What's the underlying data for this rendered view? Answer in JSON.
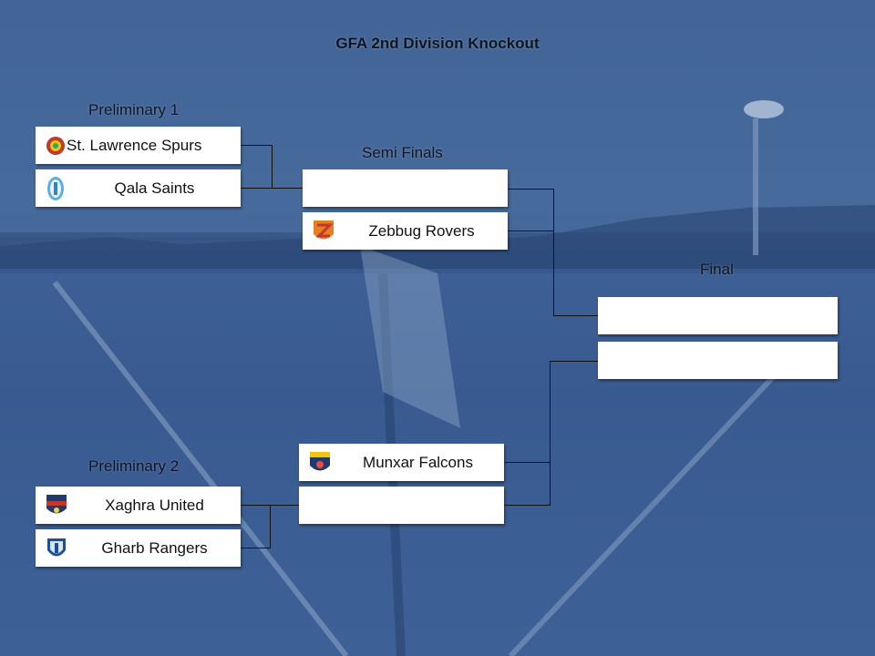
{
  "title": "GFA 2nd Division Knockout",
  "rounds": {
    "prelim1": "Preliminary 1",
    "prelim2": "Preliminary 2",
    "semis": "Semi Finals",
    "final": "Final"
  },
  "teams": {
    "p1_top": "St. Lawrence Spurs",
    "p1_bottom": "Qala Saints",
    "p2_top": "Xaghra United",
    "p2_bottom": "Gharb Rangers",
    "semi1_top": "",
    "semi1_bottom": "Zebbug Rovers",
    "semi2_top": "Munxar Falcons",
    "semi2_bottom": "",
    "final_top": "",
    "final_bottom": ""
  },
  "crests": {
    "p1_top": "st-lawrence-spurs-crest-icon",
    "p1_bottom": "qala-saints-crest-icon",
    "p2_top": "xaghra-united-crest-icon",
    "p2_bottom": "gharb-rangers-crest-icon",
    "semi1_bottom": "zebbug-rovers-crest-icon",
    "semi2_top": "munxar-falcons-crest-icon"
  }
}
